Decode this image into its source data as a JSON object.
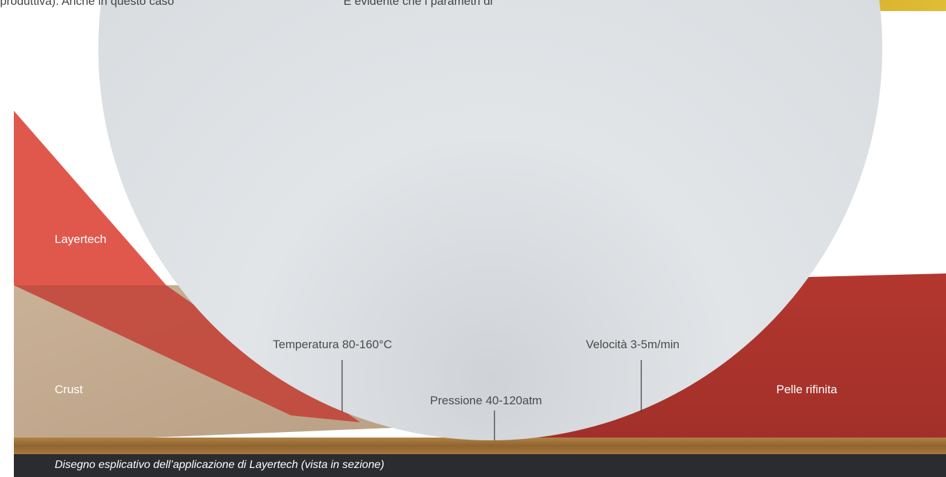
{
  "article_text": {
    "column_1_fragment": "produttiva). Anche in questo caso",
    "column_2_fragment": "È evidente che i parametri di"
  },
  "layers": {
    "top_layer": "Layertech",
    "substrate": "Crust",
    "result": "Pelle rifinita"
  },
  "parameters": {
    "temperature": "Temperatura 80-160°C",
    "pressure": "Pressione 40-120atm",
    "speed": "Velocità 3-5m/min"
  },
  "caption": "Disegno esplicativo dell’applicazione di Layertech (vista in sezione)",
  "colors": {
    "layertech_red": "#e0584c",
    "finished_leather_red": "#b3372f",
    "crust_tan": "#c4ab8f",
    "wood_base": "#9b6d38",
    "roller_silver": "#dcdfe2",
    "caption_bar": "#2a2c30",
    "yellow_banner": "#d8b22a"
  }
}
